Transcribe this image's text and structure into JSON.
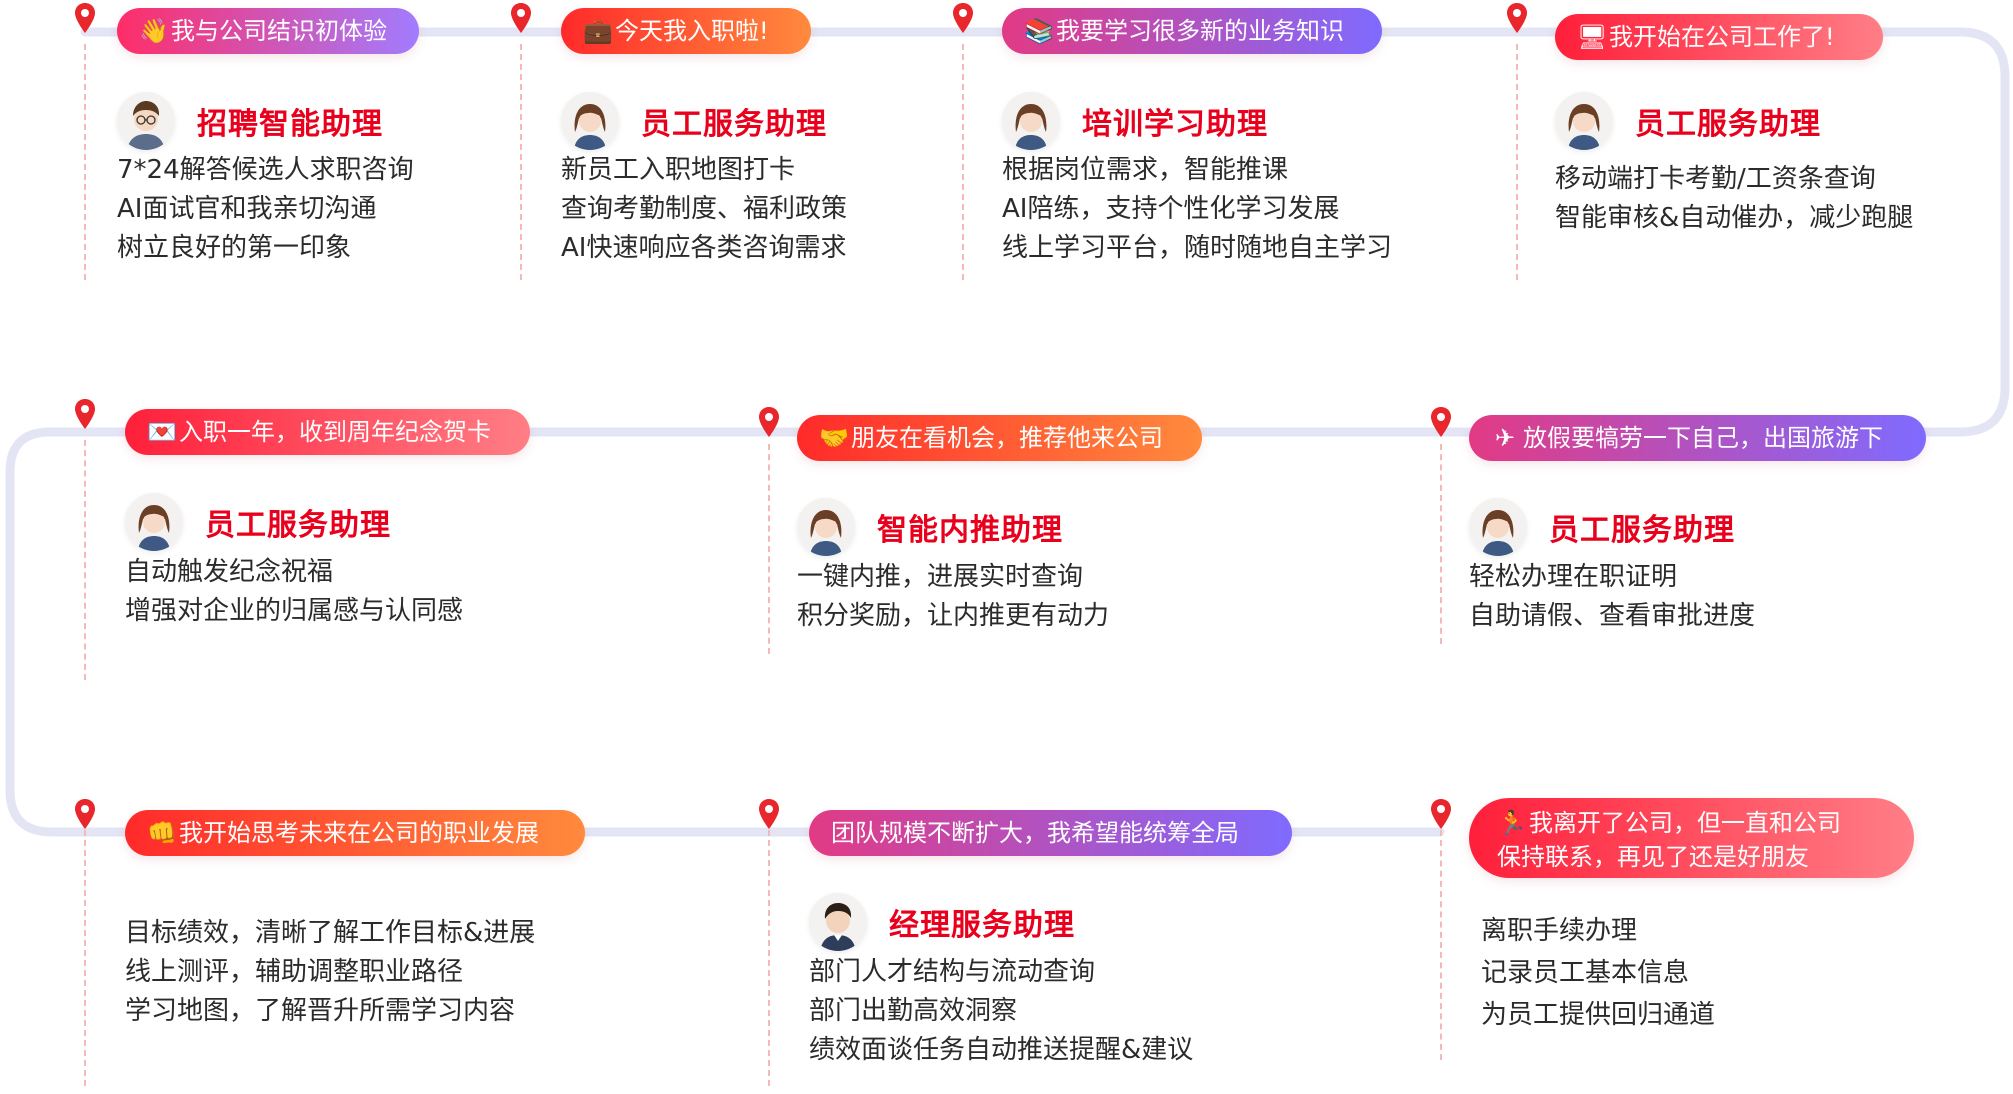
{
  "colors": {
    "accent_red": "#e8001c",
    "path_line": "#e3e5f5",
    "pin": "#e8262c",
    "dash": "#f5b8b8"
  },
  "stages": [
    {
      "id": "s1",
      "emoji": "👋",
      "label": "我与公司结识初体验",
      "avatar": "boy-glasses-avatar",
      "assistant": "招聘智能助理",
      "lines": [
        "7*24解答候选人求职咨询",
        "AI面试官和我亲切沟通",
        "树立良好的第一印象"
      ]
    },
    {
      "id": "s2",
      "emoji": "💼",
      "label": "今天我入职啦!",
      "avatar": "girl-avatar",
      "assistant": "员工服务助理",
      "lines": [
        "新员工入职地图打卡",
        "查询考勤制度、福利政策",
        "AI快速响应各类咨询需求"
      ]
    },
    {
      "id": "s3",
      "emoji": "📚",
      "label": "我要学习很多新的业务知识",
      "avatar": "girl-avatar",
      "assistant": "培训学习助理",
      "lines": [
        "根据岗位需求，智能推课",
        "AI陪练，支持个性化学习发展",
        "线上学习平台，随时随地自主学习"
      ]
    },
    {
      "id": "s4",
      "emoji": "🖥",
      "label": "我开始在公司工作了!",
      "avatar": "girl-avatar",
      "assistant": "员工服务助理",
      "lines": [
        "移动端打卡考勤/工资条查询",
        "智能审核&自动催办，减少跑腿"
      ]
    },
    {
      "id": "s5",
      "emoji": "💌",
      "label": "入职一年，收到周年纪念贺卡",
      "avatar": "girl-avatar",
      "assistant": "员工服务助理",
      "lines": [
        "自动触发纪念祝福",
        "增强对企业的归属感与认同感"
      ]
    },
    {
      "id": "s6",
      "emoji": "🤝",
      "label": "朋友在看机会，推荐他来公司",
      "avatar": "girl-avatar",
      "assistant": "智能内推助理",
      "lines": [
        "一键内推，进展实时查询",
        "积分奖励，让内推更有动力"
      ]
    },
    {
      "id": "s7",
      "emoji": "✈",
      "label": "放假要犒劳一下自己，出国旅游下",
      "avatar": "girl-avatar",
      "assistant": "员工服务助理",
      "lines": [
        "轻松办理在职证明",
        "自助请假、查看审批进度"
      ]
    },
    {
      "id": "s8",
      "emoji": "👊",
      "label": "我开始思考未来在公司的职业发展",
      "avatar": "",
      "assistant": "",
      "lines": [
        "目标绩效，清晰了解工作目标&进展",
        "线上测评，辅助调整职业路径",
        "学习地图，了解晋升所需学习内容"
      ]
    },
    {
      "id": "s9",
      "emoji": "",
      "label": "团队规模不断扩大，我希望能统筹全局",
      "avatar": "boy-avatar",
      "assistant": "经理服务助理",
      "lines": [
        "部门人才结构与流动查询",
        "部门出勤高效洞察",
        "绩效面谈任务自动推送提醒&建议"
      ]
    },
    {
      "id": "s10",
      "emoji": "🏃",
      "label_lines": [
        "我离开了公司，但一直和公司",
        "保持联系，再见了还是好朋友"
      ],
      "avatar": "",
      "assistant": "",
      "lines": [
        "离职手续办理",
        "记录员工基本信息",
        "为员工提供回归通道"
      ]
    }
  ]
}
